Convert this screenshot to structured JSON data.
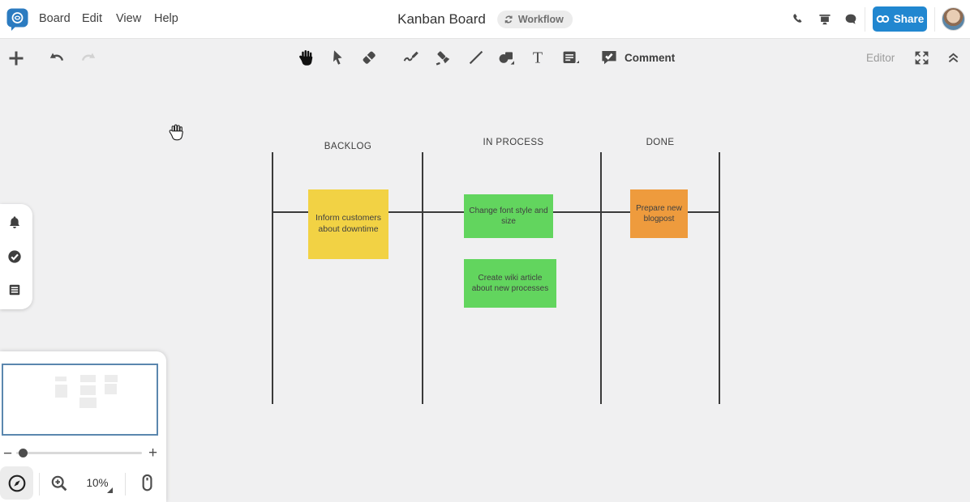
{
  "app": {
    "logo_icon": "conceptboard-speech-bubble-logo",
    "accent_blue": "#2187d0"
  },
  "menu": {
    "items": [
      {
        "label": "Board"
      },
      {
        "label": "Edit"
      },
      {
        "label": "View"
      },
      {
        "label": "Help"
      }
    ]
  },
  "header": {
    "title": "Kanban Board",
    "badge": {
      "icon": "sync-icon",
      "label": "Workflow"
    },
    "right_icons": [
      "phone-icon",
      "screen-share-icon",
      "chat-icon"
    ],
    "share": {
      "icon": "link-icon",
      "label": "Share"
    },
    "avatar": "user-avatar",
    "presence_color": "#2e7fd0"
  },
  "toolbar": {
    "left_icons": [
      "add-icon",
      "undo-icon",
      "redo-icon"
    ],
    "tools": [
      "pan",
      "select",
      "eraser",
      "pen",
      "highlighter",
      "line",
      "shapes",
      "text",
      "sticky-note",
      "comment"
    ],
    "active_tool": "pan",
    "comment_label": "Comment",
    "editor_label": "Editor",
    "right_icons": [
      "fullscreen-icon",
      "collapse-toolbar-icon"
    ]
  },
  "board": {
    "columns": [
      {
        "title": "BACKLOG",
        "notes": [
          {
            "text": "Inform customers about downtime",
            "color": "#f2d244"
          }
        ]
      },
      {
        "title": "IN PROCESS",
        "notes": [
          {
            "text": "Change font style and size",
            "color": "#62d55e"
          },
          {
            "text": "Create wiki article about new processes",
            "color": "#62d55e"
          }
        ]
      },
      {
        "title": "DONE",
        "notes": [
          {
            "text": "Prepare new blogpost",
            "color": "#ee9b3d"
          }
        ]
      }
    ],
    "line_color": "#3a3a3a"
  },
  "left_panel": {
    "icons": [
      "notifications-bell-icon",
      "tasks-check-icon",
      "board-list-icon"
    ]
  },
  "navigator": {
    "minimap": "board-overview-thumbnail",
    "minimap_border_color": "#5b87ae",
    "zoom_out_label": "−",
    "zoom_in_label": "+",
    "zoom_level": "10%",
    "controls": [
      "compass-icon",
      "zoom-in-icon",
      "zoom-level-select",
      "mouse-mode-icon"
    ]
  }
}
